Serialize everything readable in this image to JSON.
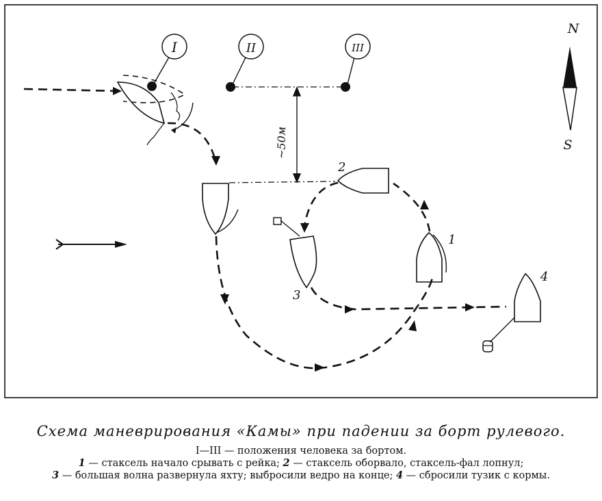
{
  "diagram": {
    "positions": [
      {
        "id": "I",
        "label": "I"
      },
      {
        "id": "II",
        "label": "II"
      },
      {
        "id": "III",
        "label": "III"
      }
    ],
    "distance_label": "~50м",
    "stage_labels": [
      "1",
      "2",
      "3",
      "4"
    ],
    "compass": {
      "north": "N",
      "south": "S"
    }
  },
  "caption": {
    "title": "Схема маневрирования «Камы» при падении за борт рулевого.",
    "roman_note": "I—III — положения человека за бортом.",
    "legend": [
      {
        "num": "1",
        "text": " — стаксель начало срывать с рейка; "
      },
      {
        "num": "2",
        "text": " — стаксель оборвало, стаксель-фал лопнул;"
      },
      {
        "num": "3",
        "text": " — большая волна развернула яхту; выбросили ведро на конце; "
      },
      {
        "num": "4",
        "text": " — сбросили тузик с кормы."
      }
    ]
  }
}
